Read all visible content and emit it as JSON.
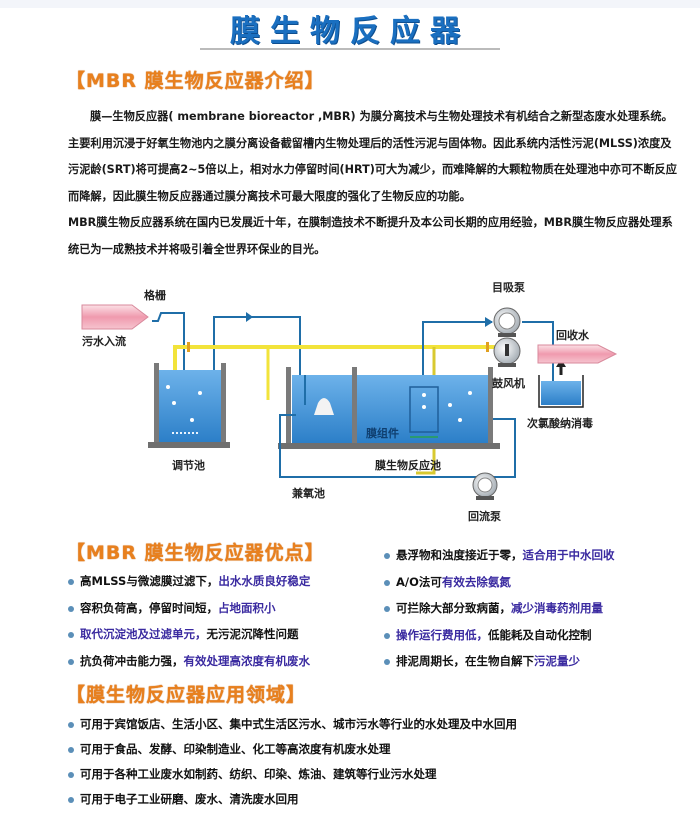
{
  "header": {
    "title": "膜生物反应器"
  },
  "intro_section": {
    "heading": "【MBR 膜生物反应器介绍】",
    "paragraph1": "膜—生物反应器( membrane bioreactor ,MBR) 为膜分离技术与生物处理技术有机结合之新型态废水处理系统。主要利用沉浸于好氧生物池内之膜分离设备截留槽内生物处理后的活性污泥与固体物。因此系统内活性污泥(MLSS)浓度及污泥龄(SRT)将可提高2~5倍以上，相对水力停留时间(HRT)可大为减少，而难降解的大颗粒物质在处理池中亦可不断反应而降解，因此膜生物反应器通过膜分离技术可最大限度的强化了生物反应的功能。",
    "paragraph2": "MBR膜生物反应器系统在国内已发展近十年，在膜制造技术不断提升及本公司长期的应用经验，MBR膜生物反应器处理系统已为一成熟技术并将吸引着全世界环保业的目光。"
  },
  "diagram": {
    "labels": {
      "grille": "格栅",
      "inflow": "污水入流",
      "suction_pump": "目吸泵",
      "blower": "鼓风机",
      "recycled_water": "回收水",
      "disinfection": "次氯酸纳消毒",
      "equalization_tank": "调节池",
      "membrane_module": "膜组件",
      "mbr_tank": "膜生物反应池",
      "anoxic_tank": "兼氧池",
      "return_pump": "回流泵"
    },
    "colors": {
      "water": "#3b8fd6",
      "pipe_blue": "#1f6ea8",
      "pipe_yellow": "#f2e33a",
      "arrow_pink": "#f4b6c2",
      "wall": "#7a7a7a"
    }
  },
  "advantages_section": {
    "heading": "【MBR 膜生物反应器优点】",
    "left": [
      {
        "plain": "高MLSS与微滤膜过滤下，",
        "highlight": "出水水质良好稳定",
        "order": "plain-first"
      },
      {
        "plain": "容积负荷高，停留时间短，",
        "highlight": "占地面积小",
        "order": "plain-first"
      },
      {
        "highlight": "取代沉淀池及过滤单元，",
        "plain": "无污泥沉降性问题",
        "order": "highlight-first"
      },
      {
        "plain": "抗负荷冲击能力强，",
        "highlight": "有效处理高浓度有机废水",
        "order": "plain-first"
      }
    ],
    "right": [
      {
        "plain": "悬浮物和浊度接近于零，",
        "highlight": "适合用于中水回收",
        "order": "plain-first"
      },
      {
        "plain": "A/O法可",
        "highlight": "有效去除氨氮",
        "order": "plain-first"
      },
      {
        "plain": "可拦除大部分致病菌，",
        "highlight": "减少消毒药剂用量",
        "order": "plain-first"
      },
      {
        "highlight": "操作运行费用低，",
        "plain": "低能耗及自动化控制",
        "order": "highlight-first"
      },
      {
        "plain": "排泥周期长，在生物自解下",
        "highlight": "污泥量少",
        "order": "plain-first"
      }
    ]
  },
  "applications_section": {
    "heading": "【膜生物反应器应用领域】",
    "items": [
      "可用于宾馆饭店、生活小区、集中式生活区污水、城市污水等行业的水处理及中水回用",
      "可用于食品、发酵、印染制造业、化工等高浓度有机废水处理",
      "可用于各种工业废水如制药、纺织、印染、炼油、建筑等行业污水处理",
      "可用于电子工业研磨、废水、清洗废水回用"
    ]
  },
  "colors": {
    "title_blue": "#1a6fc0",
    "heading_orange": "#e8801e",
    "highlight_purple": "#3a2aa0",
    "bullet": "#5b8fb8"
  }
}
